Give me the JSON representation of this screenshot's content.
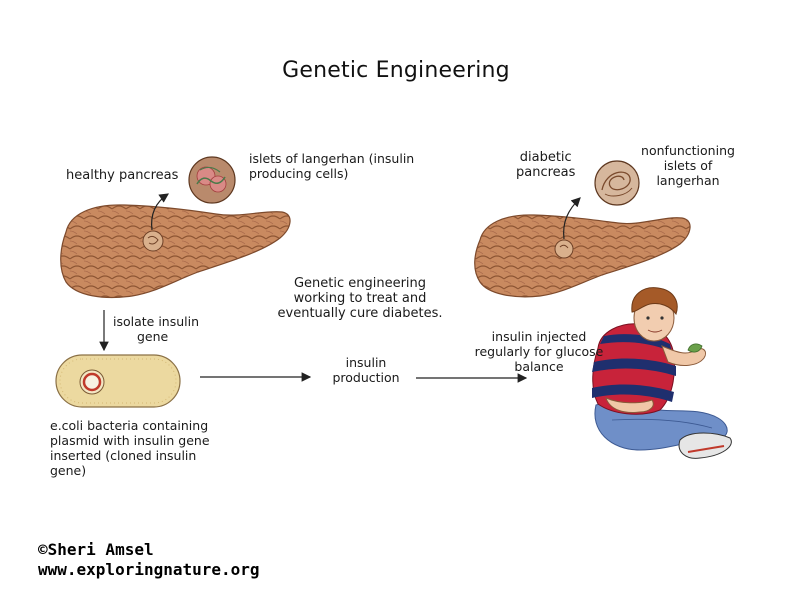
{
  "title": "Genetic Engineering",
  "labels": {
    "healthy_pancreas": "healthy pancreas",
    "islets_healthy": [
      "islets of langerhan (insulin",
      "producing cells)"
    ],
    "diabetic_pancreas": [
      "diabetic",
      "pancreas"
    ],
    "islets_nonfunctioning": [
      "nonfunctioning",
      "islets of",
      "langerhan"
    ],
    "genetic_engineering": [
      "Genetic engineering",
      "working to treat and",
      "eventually  cure diabetes."
    ],
    "isolate_gene": [
      "isolate insulin",
      "gene"
    ],
    "insulin_production": [
      "insulin",
      "production"
    ],
    "insulin_injected": [
      "insulin injected",
      "regularly for glucose",
      "balance"
    ],
    "ecoli": [
      "e.coli bacteria containing",
      "plasmid with insulin gene",
      "inserted (cloned insulin",
      "gene)"
    ]
  },
  "credit": {
    "copyright": "©Sheri Amsel",
    "url": "www.exploringnature.org"
  },
  "colors": {
    "pancreas": "#c98a60",
    "pancreas_dark": "#9a5f3c",
    "ecoli": "#ecd9a0",
    "shirt_red": "#c8233a",
    "shirt_navy": "#1f2f6e",
    "jeans": "#6f8fc8",
    "hair": "#a55a28"
  }
}
